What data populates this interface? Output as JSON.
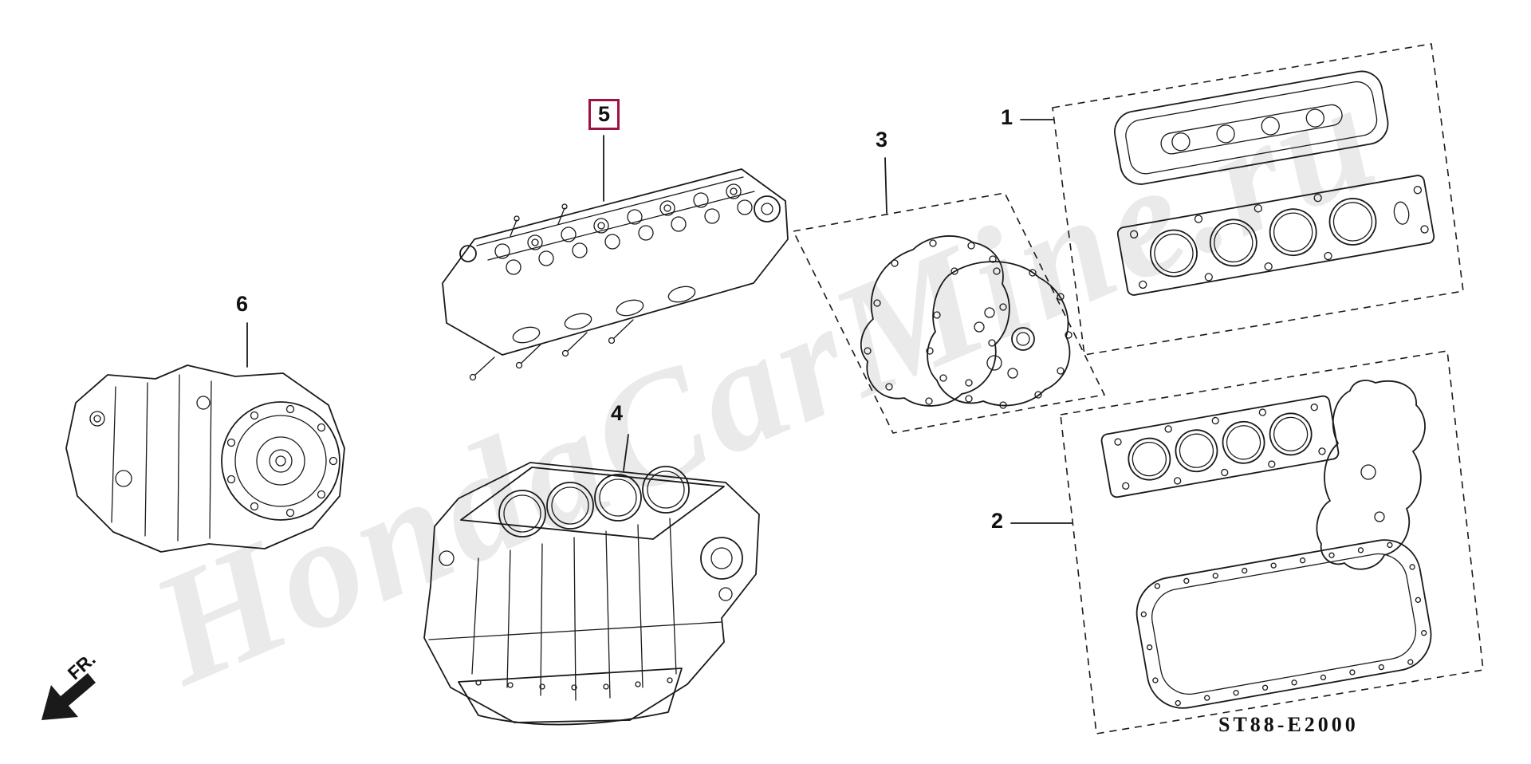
{
  "watermark": {
    "text": "HondaCarMine.ru"
  },
  "footer": {
    "fr_label": "FR.",
    "diagram_code": "ST88-E2000"
  },
  "callouts": {
    "c1": {
      "id": "1",
      "highlighted": false
    },
    "c2": {
      "id": "2",
      "highlighted": false
    },
    "c3": {
      "id": "3",
      "highlighted": false
    },
    "c4": {
      "id": "4",
      "highlighted": false
    },
    "c5": {
      "id": "5",
      "highlighted": true
    },
    "c6": {
      "id": "6",
      "highlighted": false
    }
  },
  "colors": {
    "highlight_box": "#9e1244",
    "line": "#1a1a1a",
    "watermark": "#d9d9d9",
    "background": "#ffffff"
  }
}
